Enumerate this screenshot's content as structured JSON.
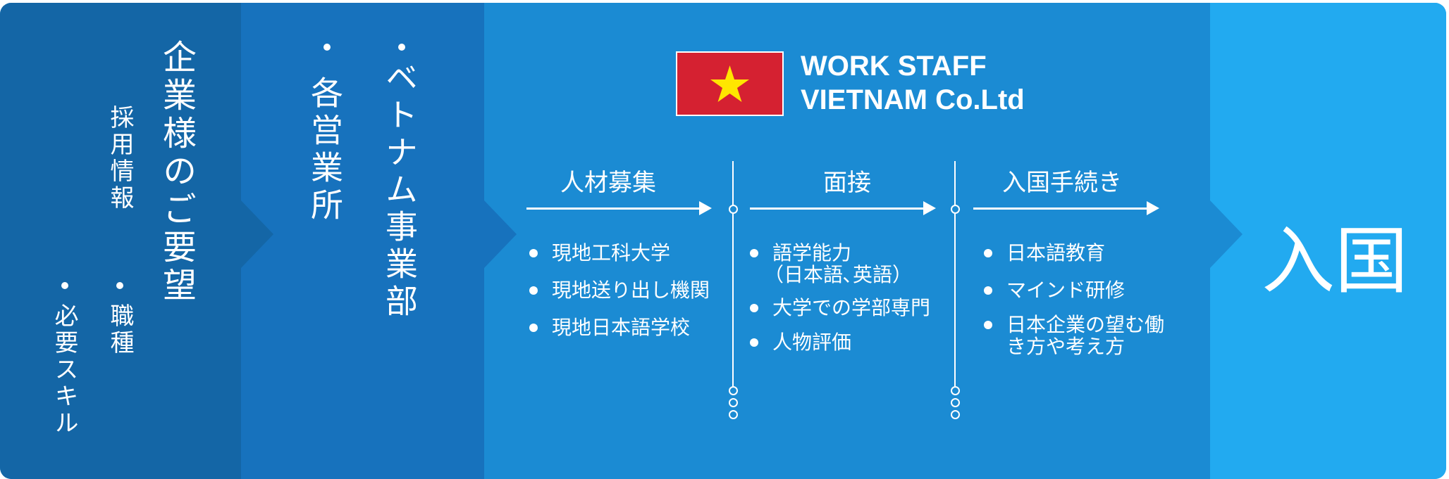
{
  "left_panel": {
    "title": "企業様のご要望",
    "subtitle": "採用情報",
    "bullets": [
      "職種",
      "必要スキル"
    ]
  },
  "middle_panel": {
    "items": [
      "ベトナム事業部",
      "各営業所"
    ]
  },
  "company": {
    "name_line1": "WORK STAFF",
    "name_line2": "VIETNAM Co.Ltd",
    "flag_colors": {
      "red": "#d52131",
      "star": "#ffe600"
    }
  },
  "stages": [
    {
      "title": "人材募集",
      "items": [
        "現地工科大学",
        "現地送り出し機関",
        "現地日本語学校"
      ]
    },
    {
      "title": "面接",
      "items": [
        "語学能力",
        "（日本語､英語）",
        "大学での学部専門",
        "人物評価"
      ]
    },
    {
      "title": "入国手続き",
      "items": [
        "日本語教育",
        "マインド研修",
        "日本企業の望む働",
        "き方や考え方"
      ]
    }
  ],
  "final": {
    "label": "入国"
  },
  "colors": {
    "panel1": "#1466a6",
    "panel2": "#1772bd",
    "panel3": "#1b8bd3",
    "panel4": "#22aaf0"
  }
}
